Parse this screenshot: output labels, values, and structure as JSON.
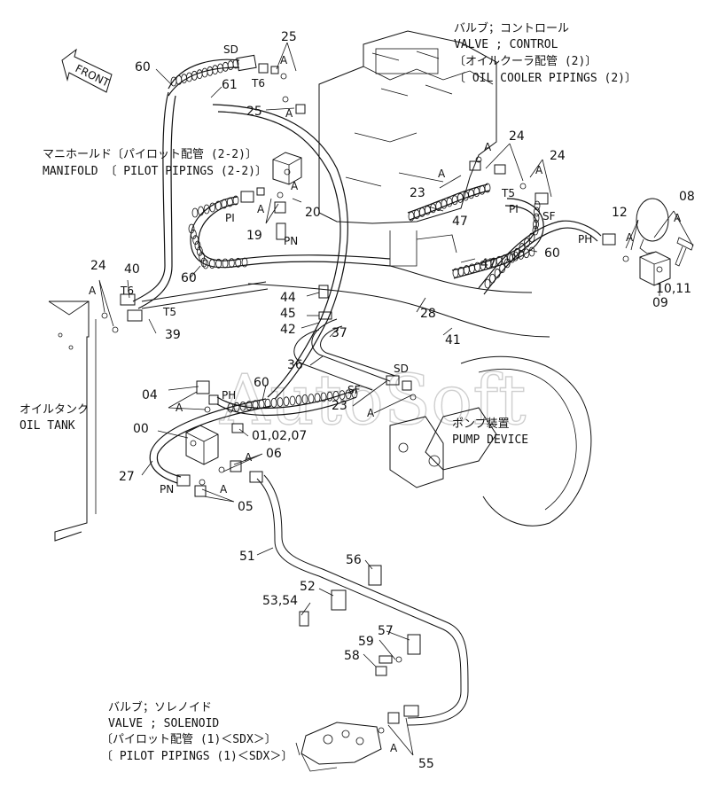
{
  "watermark": "AutoSoft",
  "front_label": "FRONT",
  "annotations": {
    "control_valve_jp": "バルブ；コントロール",
    "control_valve_en": "VALVE ; CONTROL",
    "oil_cooler_jp": "〔オイルクーラ配管 (2)〕",
    "oil_cooler_en": "〔 OIL COOLER PIPINGS (2)〕",
    "manifold_jp": "マニホールド〔パイロット配管 (2-2)〕",
    "manifold_en": "MANIFOLD 〔 PILOT PIPINGS (2-2)〕",
    "oil_tank_jp": "オイルタンク",
    "oil_tank_en": "OIL TANK",
    "pump_jp": "ポンプ装置",
    "pump_en": "PUMP DEVICE",
    "solenoid_jp": "バルブ；ソレノイド",
    "solenoid_en": "VALVE ; SOLENOID",
    "pilot1_jp": "〔パイロット配管 (1)＜SDX＞〕",
    "pilot1_en": "〔 PILOT PIPINGS (1)＜SDX＞〕"
  },
  "ports": {
    "SD_top": "SD",
    "T6_top": "T6",
    "PI_manifold": "PI",
    "PN_manifold": "PN",
    "T5_cv": "T5",
    "PI_cv": "PI",
    "SF_cv": "SF",
    "PH_right": "PH",
    "T6_left": "T6",
    "T5_left": "T5",
    "PH_mid": "PH",
    "SD_pump": "SD",
    "SF_pump": "SF",
    "PN_left": "PN"
  },
  "callouts": {
    "c25a": "25",
    "c25b": "25",
    "c60a": "60",
    "c61": "61",
    "c24a": "24",
    "c24b": "24",
    "c23a": "23",
    "c47a": "47",
    "c47b": "47",
    "c60b": "60",
    "c08": "08",
    "c12": "12",
    "c10_11": "10,11",
    "c09": "09",
    "c20": "20",
    "c19": "19",
    "c60c": "60",
    "c24c": "24",
    "c40": "40",
    "c39": "39",
    "c44": "44",
    "c45": "45",
    "c42": "42",
    "c28": "28",
    "c41": "41",
    "c37": "37",
    "c36": "36",
    "c04": "04",
    "c60d": "60",
    "c23b": "23",
    "c00": "00",
    "c01_02_07": "01,02,07",
    "c06": "06",
    "c27": "27",
    "c05": "05",
    "c51": "51",
    "c56": "56",
    "c52": "52",
    "c53_54": "53,54",
    "c57": "57",
    "c59": "59",
    "c58": "58",
    "c55": "55"
  },
  "mark_a": "A"
}
